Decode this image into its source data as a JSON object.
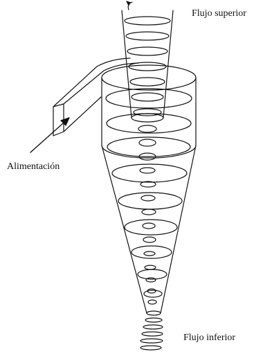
{
  "diagram": {
    "labels": {
      "overflow": "Flujo superior",
      "feed": "Alimentación",
      "underflow": "Flujo inferior"
    },
    "colors": {
      "ink": "#111111",
      "background": "#ffffff"
    }
  }
}
